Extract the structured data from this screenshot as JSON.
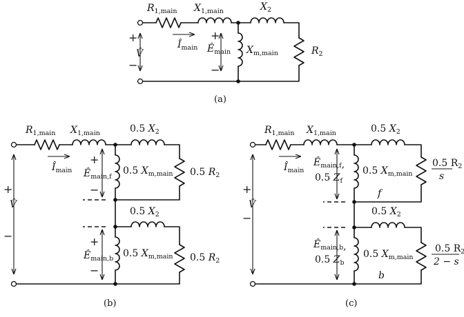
{
  "panel_a": {
    "caption": "(a)",
    "R1": {
      "sym": "R",
      "sub": "1,main"
    },
    "X1": {
      "sym": "X",
      "sub": "1,main"
    },
    "X2": {
      "sym": "X",
      "sub": "2"
    },
    "Xm": {
      "sym": "X",
      "sub": "m,main"
    },
    "R2": {
      "sym": "R",
      "sub": "2"
    },
    "I": {
      "sym": "Î",
      "sub": "main"
    },
    "E": {
      "sym": "Ê",
      "sub": "main"
    },
    "V": "V̂",
    "plus": "+",
    "minus": "−"
  },
  "panel_b": {
    "caption": "(b)",
    "R1": {
      "sym": "R",
      "sub": "1,main"
    },
    "X1": {
      "sym": "X",
      "sub": "1,main"
    },
    "I": {
      "sym": "Î",
      "sub": "main"
    },
    "V": "V̂",
    "plus": "+",
    "minus": "−",
    "coef": "0.5",
    "X2": {
      "sym": "X",
      "sub": "2"
    },
    "Xm": {
      "sym": "X",
      "sub": "m,main"
    },
    "R2": {
      "sym": "R",
      "sub": "2"
    },
    "Ef": {
      "sym": "Ê",
      "sub": "main,f"
    },
    "Eb": {
      "sym": "Ê",
      "sub": "main,b"
    }
  },
  "panel_c": {
    "caption": "(c)",
    "R1": {
      "sym": "R",
      "sub": "1,main"
    },
    "X1": {
      "sym": "X",
      "sub": "1,main"
    },
    "I": {
      "sym": "Î",
      "sub": "main"
    },
    "V": "V̂",
    "plus": "+",
    "minus": "−",
    "coef": "0.5",
    "X2": {
      "sym": "X",
      "sub": "2"
    },
    "Xm": {
      "sym": "X",
      "sub": "m,main"
    },
    "Ef": {
      "sym": "Ê",
      "sub": "main,f"
    },
    "Eb": {
      "sym": "Ê",
      "sub": "main,b"
    },
    "comma": ",",
    "Zf": {
      "sym": "Z",
      "sub": "f"
    },
    "Zb": {
      "sym": "Z",
      "sub": "b"
    },
    "R2_f": {
      "num": "0.5 R",
      "num_sub": "2",
      "den": "s"
    },
    "R2_b": {
      "num": "0.5 R",
      "num_sub": "2",
      "den": "2 − s"
    },
    "label_f": "f",
    "label_b": "b"
  }
}
